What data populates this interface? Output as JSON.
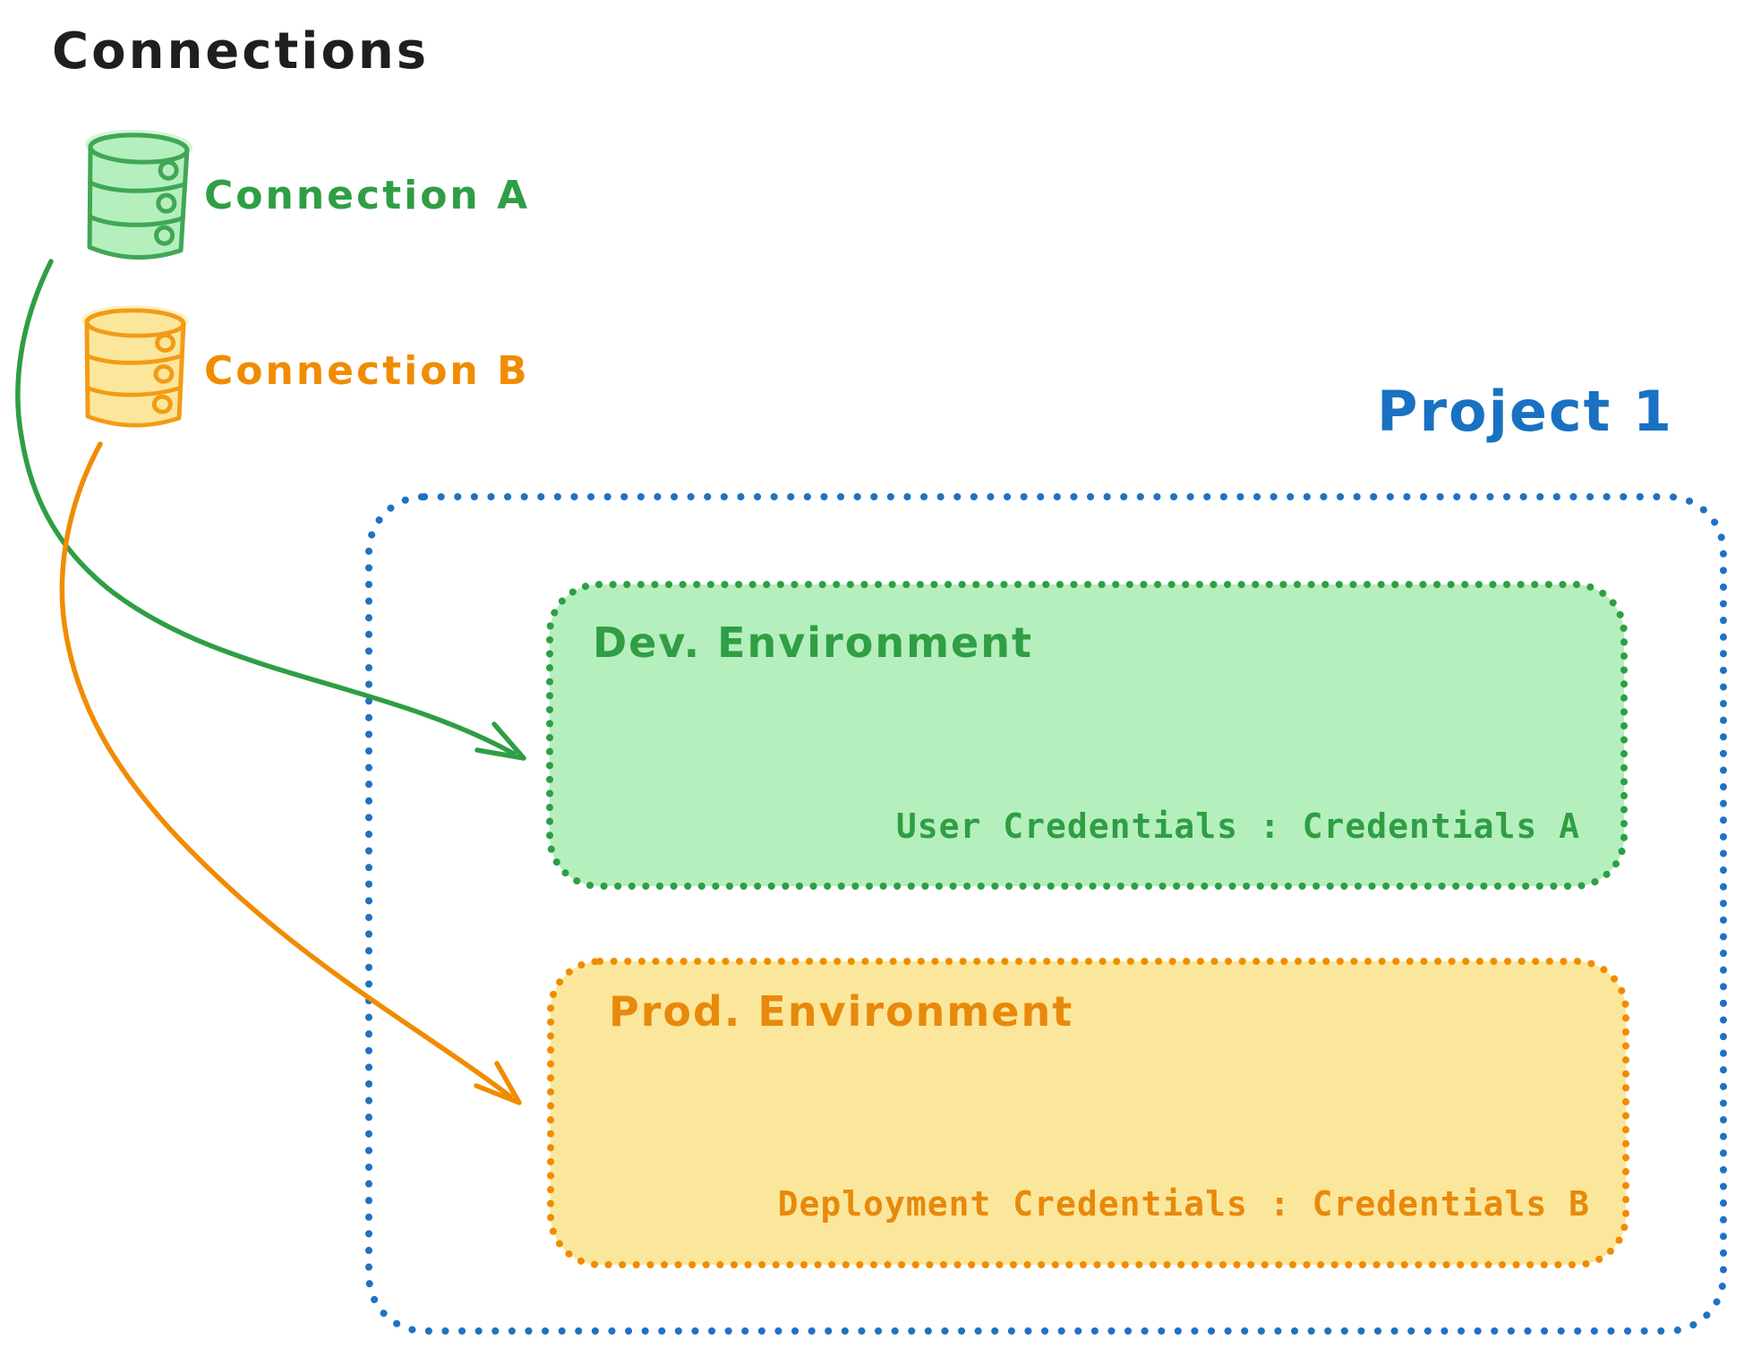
{
  "canvas": {
    "background": "#ffffff"
  },
  "title": {
    "text": "Connections",
    "color": "#1f1f1f"
  },
  "connections": {
    "items": [
      {
        "label": "Connection A",
        "color": "#2f9e44",
        "fill": "#b5efbd",
        "icon": "database-icon"
      },
      {
        "label": "Connection B",
        "color": "#f08c00",
        "fill": "#fbe79b",
        "icon": "database-icon"
      }
    ]
  },
  "project": {
    "label": "Project 1",
    "color": "#1971c2",
    "border_style": "dotted",
    "environments": [
      {
        "name": "Dev. Environment",
        "credentials_label": "User Credentials : Credentials A",
        "stroke": "#2f9e44",
        "fill": "#b5efbd"
      },
      {
        "name": "Prod. Environment",
        "credentials_label": "Deployment Credentials : Credentials B",
        "stroke": "#f08c00",
        "fill": "#fbe79b"
      }
    ]
  },
  "arrows": [
    {
      "from": "Connection A",
      "to": "Dev. Environment",
      "color": "#2f9e44"
    },
    {
      "from": "Connection B",
      "to": "Prod. Environment",
      "color": "#f08c00"
    }
  ]
}
